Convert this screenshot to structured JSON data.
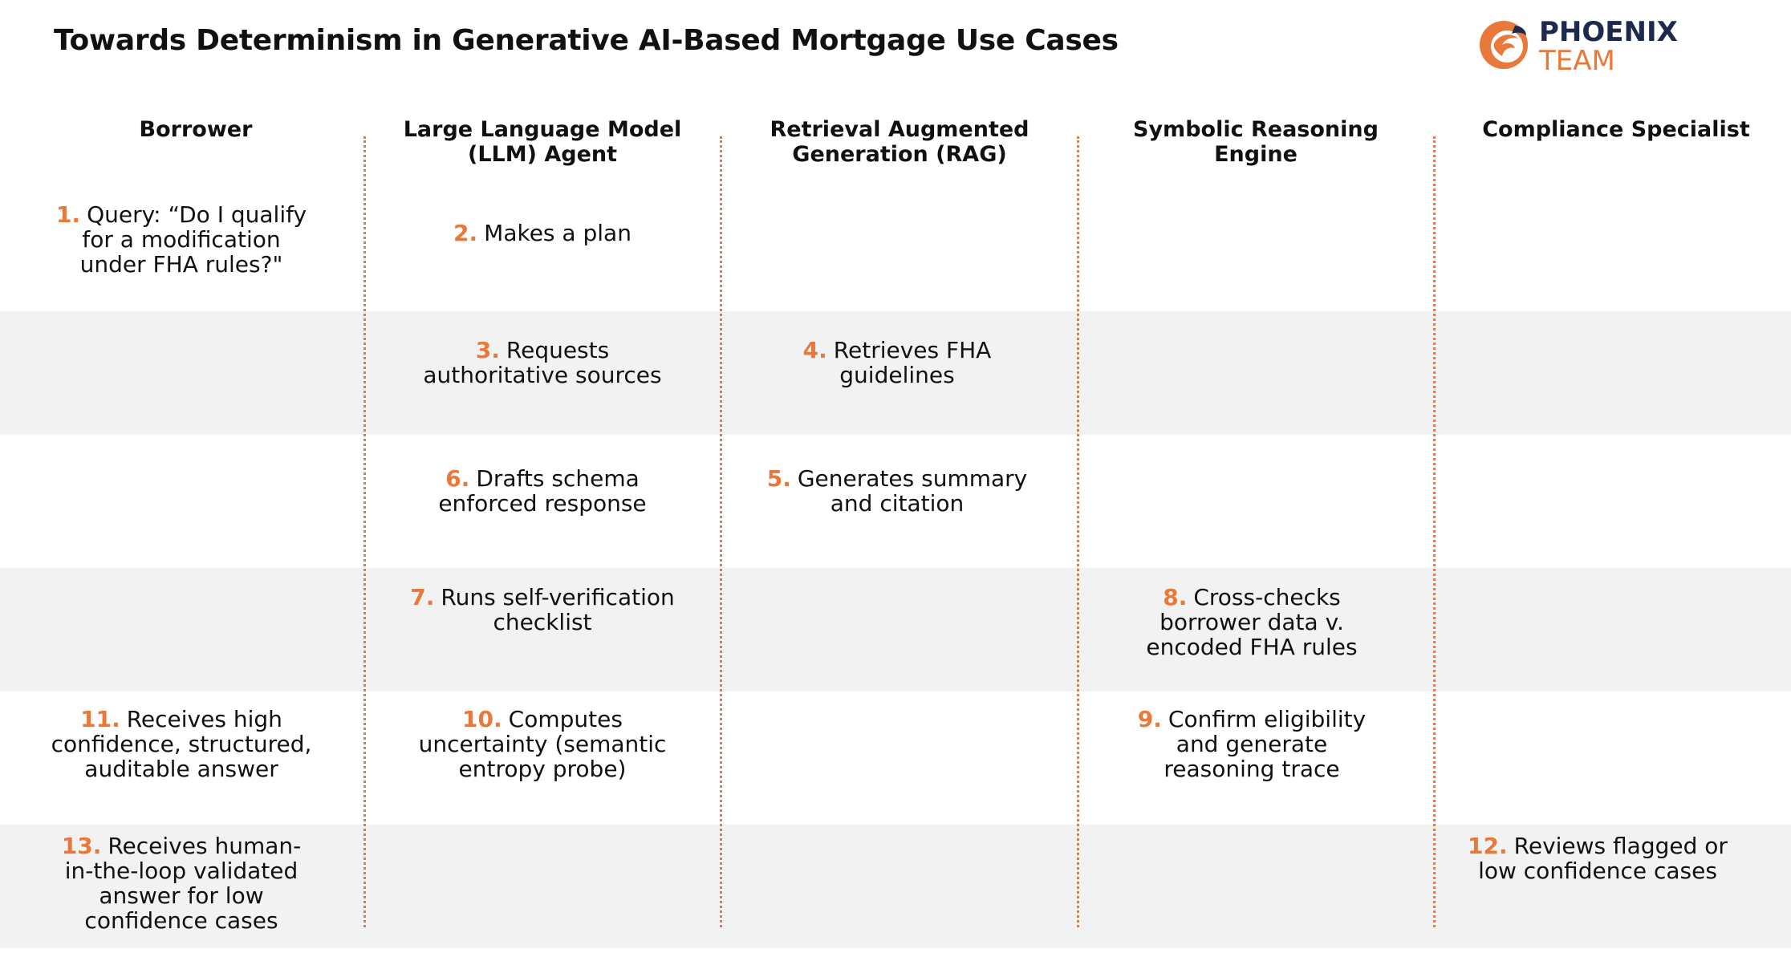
{
  "title": "Towards Determinism in Generative AI-Based Mortgage Use Cases",
  "logo": {
    "word1": "PHOENIX",
    "word2": "TEAM"
  },
  "colors": {
    "accent": "#e8793a",
    "band": "#f2f2f2",
    "logo_navy": "#1d2a4e"
  },
  "columns": [
    "Borrower",
    "Large Language Model (LLM) Agent",
    "Retrieval Augmented Generation (RAG)",
    "Symbolic Reasoning Engine",
    "Compliance Specialist"
  ],
  "steps": [
    {
      "num": "1.",
      "text": "Query: “Do I qualify for a modification under FHA rules?\""
    },
    {
      "num": "2.",
      "text": "Makes a plan"
    },
    {
      "num": "3.",
      "text": "Requests authoritative sources"
    },
    {
      "num": "4.",
      "text": "Retrieves FHA guidelines"
    },
    {
      "num": "5.",
      "text": "Generates summary and citation"
    },
    {
      "num": "6.",
      "text": "Drafts schema enforced response"
    },
    {
      "num": "7.",
      "text": "Runs self-verification checklist"
    },
    {
      "num": "8.",
      "text": "Cross-checks borrower data v. encoded FHA rules"
    },
    {
      "num": "9.",
      "text": "Confirm eligibility and generate reasoning trace"
    },
    {
      "num": "10.",
      "text": "Computes uncertainty (semantic entropy probe)"
    },
    {
      "num": "11.",
      "text": "Receives high confidence, structured, auditable answer"
    },
    {
      "num": "12.",
      "text": "Reviews flagged or low confidence cases"
    },
    {
      "num": "13.",
      "text": "Receives human-in-the-loop validated answer for low confidence cases"
    }
  ]
}
